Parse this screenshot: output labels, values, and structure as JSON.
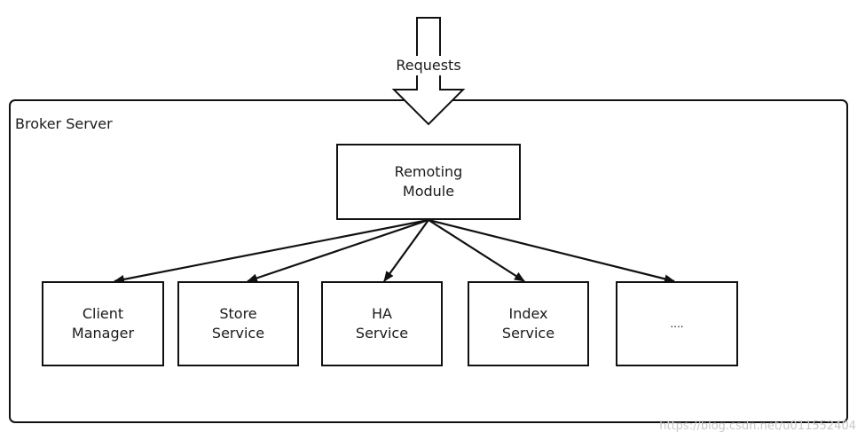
{
  "request_label": "Requests",
  "broker_title": "Broker Server",
  "remoting_module": "Remoting\nModule",
  "services": [
    "Client\nManager",
    "Store\nService",
    "HA\nService",
    "Index\nService",
    "...."
  ],
  "watermark": "https://blog.csdn.net/u011552404"
}
